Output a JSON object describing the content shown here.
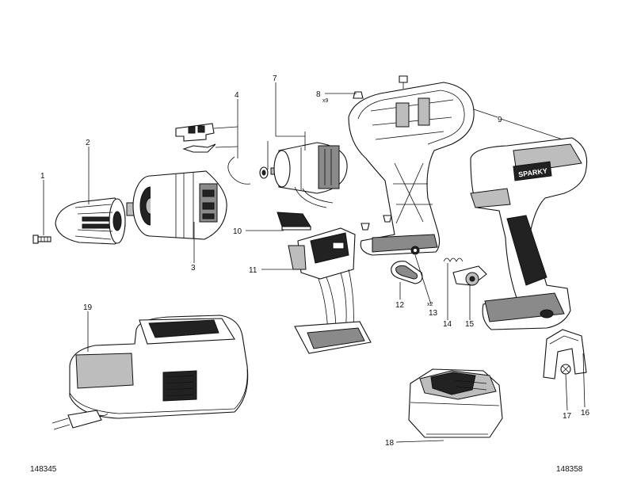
{
  "diagram": {
    "callouts": [
      "1",
      "2",
      "3",
      "4",
      "7",
      "8",
      "9",
      "10",
      "11",
      "12",
      "13",
      "14",
      "15",
      "16",
      "17",
      "18",
      "19"
    ],
    "multipliers": {
      "item_8": "x9",
      "item_13": "x2"
    },
    "drawing_refs": {
      "left": "148345",
      "right": "148358"
    },
    "logo_text": "SPARKY"
  }
}
